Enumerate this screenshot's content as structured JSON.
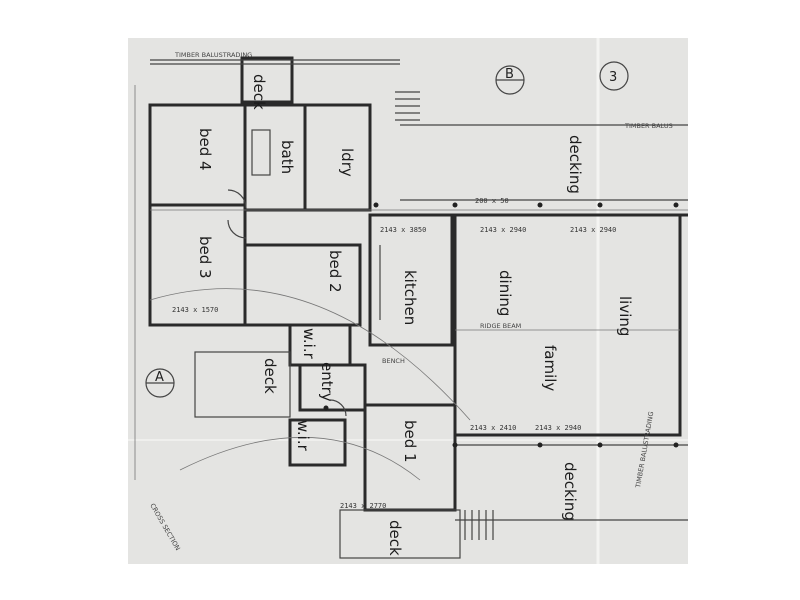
{
  "drawing": {
    "colors": {
      "paper": "#e4e4e2",
      "ink": "#2a2a2a",
      "crease": "#f2f2f0"
    },
    "section_markers": {
      "a": "A",
      "b": "B",
      "three": "3"
    },
    "rooms": {
      "deck_top": "deck",
      "bath": "bath",
      "ldry": "ldry",
      "bed4": "bed 4",
      "bed3": "bed 3",
      "bed2": "bed 2",
      "kitchen": "kitchen",
      "dining": "dining",
      "living": "living",
      "family": "family",
      "decking_top": "decking",
      "decking_bottom": "decking",
      "wir_top": "w.i.r",
      "deck_left": "deck",
      "entry": "entry",
      "wir_bottom": "w.i.r",
      "bed1": "bed 1",
      "deck_bottom": "deck"
    },
    "notes": {
      "timber_balustrading": "TIMBER BALUSTRADING",
      "timber_balus": "TIMBER BALUS",
      "ridge_beam": "RIDGE BEAM",
      "bench": "BENCH",
      "timber_balustrading_2": "TIMBER BALUSTRADING",
      "cross_section": "CROSS SECTION"
    },
    "dims": {
      "d1": "2143 x 3850",
      "d2": "2143 x 2940",
      "d3": "2143 x 2940",
      "d4": "2143 x 1570",
      "d5": "2143 x 2410",
      "d6": "2143 x 2940",
      "d7": "200 x 50",
      "d8": "2143 x 2770"
    }
  }
}
